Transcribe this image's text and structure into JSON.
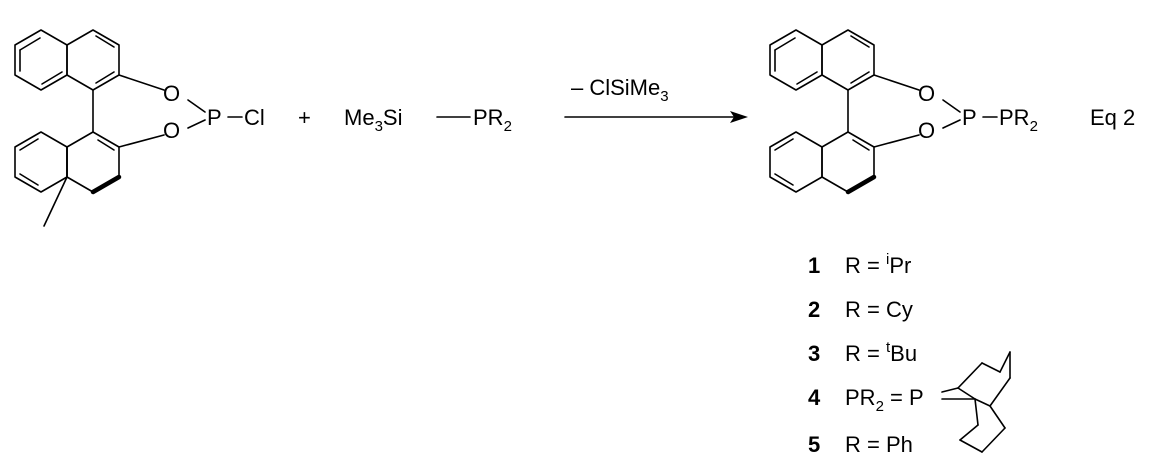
{
  "reactant": {
    "o_top": "O",
    "o_bottom": "O",
    "p": "P",
    "cl": "Cl",
    "bond": "–"
  },
  "plus": "+",
  "reagent": {
    "me": "Me",
    "me_sub": "3",
    "si": "Si",
    "pr": "PR",
    "pr_sub": "2"
  },
  "arrow_label": {
    "text": "– ClSiMe",
    "sub": "3"
  },
  "product": {
    "o_top": "O",
    "o_bottom": "O",
    "p": "P",
    "pr": "PR",
    "pr_sub": "2",
    "bond": "–"
  },
  "equation_label": "Eq 2",
  "compounds": [
    {
      "number": "1",
      "pre": "R = ",
      "sup": "i",
      "post": "Pr"
    },
    {
      "number": "2",
      "pre": "R = Cy",
      "sup": "",
      "post": ""
    },
    {
      "number": "3",
      "pre": "R = ",
      "sup": "t",
      "post": "Bu"
    },
    {
      "number": "4",
      "pre": "PR",
      "sub": "2",
      "post": " = P"
    },
    {
      "number": "5",
      "pre": "R = Ph",
      "sup": "",
      "post": ""
    }
  ]
}
